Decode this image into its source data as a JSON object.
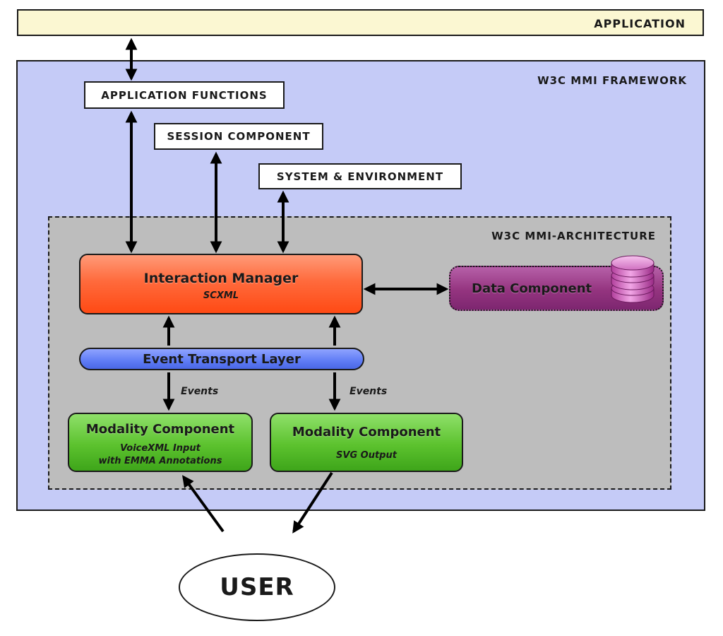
{
  "application": {
    "label": "APPLICATION"
  },
  "framework": {
    "label": "W3C MMI FRAMEWORK",
    "application_functions": "APPLICATION FUNCTIONS",
    "session_component": "SESSION COMPONENT",
    "system_environment": "SYSTEM & ENVIRONMENT"
  },
  "architecture": {
    "label": "W3C MMI-ARCHITECTURE",
    "interaction_manager": {
      "title": "Interaction Manager",
      "subtitle": "SCXML"
    },
    "data_component": {
      "label": "Data Component",
      "icon": "database-icon"
    },
    "event_transport": "Event Transport Layer",
    "events_left": "Events",
    "events_right": "Events",
    "modality_left": {
      "title": "Modality Component",
      "line1": "VoiceXML Input",
      "line2": "with EMMA Annotations"
    },
    "modality_right": {
      "title": "Modality Component",
      "line1": "SVG Output"
    }
  },
  "user": {
    "label": "USER"
  },
  "colors": {
    "application_bg": "#fbf7d2",
    "framework_bg": "#c5cbf7",
    "architecture_bg": "#bdbdbd",
    "interaction_manager": "#ff5a24",
    "data_component": "#94347f",
    "event_transport": "#5f7cf5",
    "modality": "#5cc22e"
  }
}
